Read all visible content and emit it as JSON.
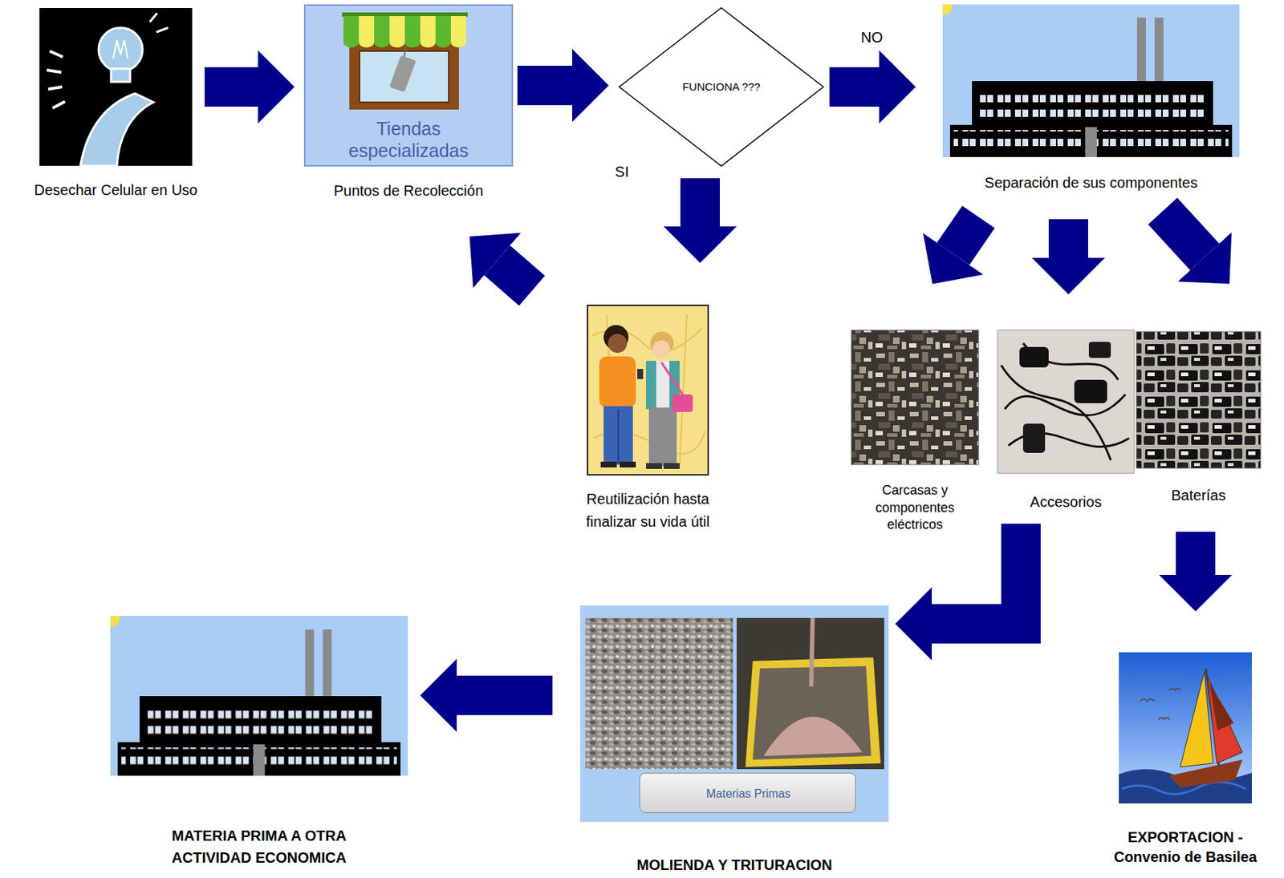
{
  "diagram": {
    "nodes": [
      {
        "text": [
          "Desechar Celular en Uso"
        ]
      },
      {
        "text": [
          "Tiendas especializadas",
          "Puntos de Recolección"
        ]
      },
      {
        "text": [
          "FUNCIONA ???"
        ]
      },
      {
        "text": [
          "Separación de sus componentes"
        ]
      },
      {
        "text": [
          "Reutilización hasta finalizar su vida útil"
        ]
      },
      {
        "text": [
          "Carcasas y componentes eléctricos"
        ]
      },
      {
        "text": [
          "Accesorios"
        ]
      },
      {
        "text": [
          "Baterías"
        ]
      },
      {
        "text": [
          "MOLIENDA Y TRITURACION"
        ]
      },
      {
        "text": [
          "Materias Primas"
        ],
        "in": 8
      },
      {
        "text": [
          "MATERIA PRIMA A OTRA ACTIVIDAD ECONOMICA"
        ]
      },
      {
        "text": [
          "EXPORTACION - Convenio de Basilea"
        ]
      }
    ],
    "edges": [
      {
        "from": 0,
        "to": 1,
        "arrow": "to"
      },
      {
        "from": 1,
        "to": 2,
        "arrow": "to"
      },
      {
        "from": 2,
        "to": 3,
        "label": "NO",
        "arrow": "to"
      },
      {
        "from": 2,
        "to": 4,
        "label": "SI",
        "arrow": "to"
      },
      {
        "from": 4,
        "to": 1,
        "arrow": "to"
      },
      {
        "from": 3,
        "to": 5,
        "arrow": "to"
      },
      {
        "from": 3,
        "to": 6,
        "arrow": "to"
      },
      {
        "from": 3,
        "to": 7,
        "arrow": "to"
      },
      {
        "from": 6,
        "to": 8,
        "arrow": "to"
      },
      {
        "from": 7,
        "to": 11,
        "arrow": "to"
      },
      {
        "from": 8,
        "to": 10,
        "arrow": "to"
      }
    ]
  }
}
